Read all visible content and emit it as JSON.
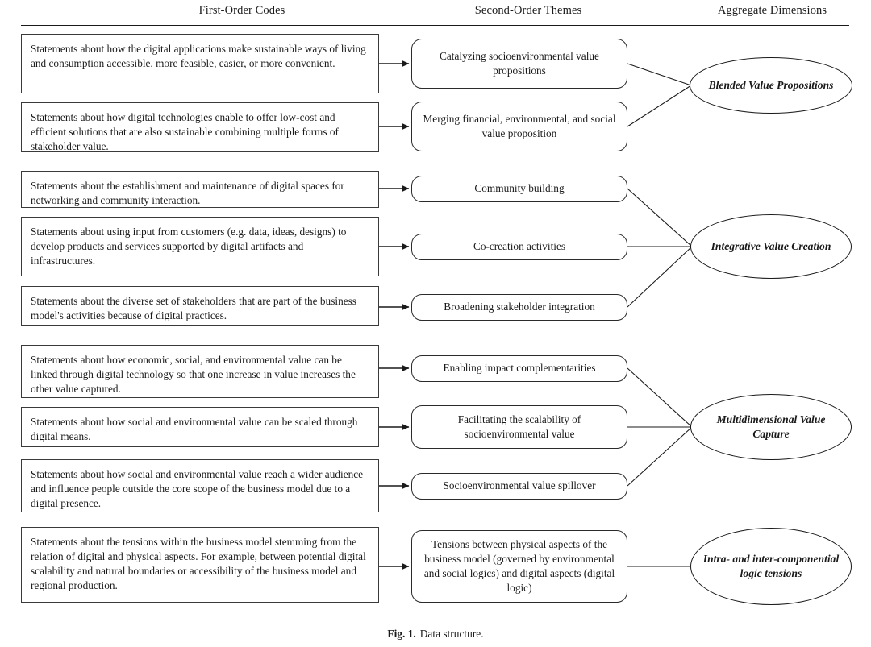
{
  "figure": {
    "caption_label": "Fig. 1.",
    "caption_text": "Data structure."
  },
  "columns": {
    "first_order": "First-Order Codes",
    "second_order": "Second-Order Themes",
    "aggregate": "Aggregate Dimensions"
  },
  "first_order_codes": [
    {
      "id": "fo1",
      "text": "Statements about how the digital applications make sustainable ways of living and consumption accessible, more feasible, easier, or more convenient."
    },
    {
      "id": "fo2",
      "text": "Statements about how digital technologies enable to offer low-cost and efficient solutions that are also sustainable combining multiple forms of stakeholder value."
    },
    {
      "id": "fo3",
      "text": "Statements about the establishment and maintenance of digital spaces for networking and community interaction."
    },
    {
      "id": "fo4",
      "text": "Statements about using input from customers (e.g. data, ideas, designs) to develop products and services supported by digital artifacts and infrastructures."
    },
    {
      "id": "fo5",
      "text": "Statements about the diverse set of stakeholders that are part of the business model's activities because of digital practices."
    },
    {
      "id": "fo6",
      "text": "Statements about how economic, social, and environmental value can be linked through digital technology so that one increase in value increases the other value captured."
    },
    {
      "id": "fo7",
      "text": "Statements about how social and environmental value can be scaled through digital means."
    },
    {
      "id": "fo8",
      "text": "Statements about how social and environmental value reach a wider audience and influence people outside the core scope of the business model due to a digital presence."
    },
    {
      "id": "fo9",
      "text": "Statements about the tensions within the business model stemming from the relation of digital and physical aspects. For example, between potential digital scalability and natural boundaries or accessibility of the business model and regional production."
    }
  ],
  "second_order_themes": [
    {
      "id": "so1",
      "text": "Catalyzing socioenvironmental value propositions"
    },
    {
      "id": "so2",
      "text": "Merging financial, environmental, and social value proposition"
    },
    {
      "id": "so3",
      "text": "Community building"
    },
    {
      "id": "so4",
      "text": "Co-creation activities"
    },
    {
      "id": "so5",
      "text": "Broadening stakeholder integration"
    },
    {
      "id": "so6",
      "text": "Enabling impact complementarities"
    },
    {
      "id": "so7",
      "text": "Facilitating the scalability of socioenvironmental value"
    },
    {
      "id": "so8",
      "text": "Socioenvironmental value spillover"
    },
    {
      "id": "so9",
      "text": "Tensions between physical aspects of the business model (governed by environmental and social logics) and digital aspects (digital logic)"
    }
  ],
  "aggregate_dimensions": [
    {
      "id": "ad1",
      "text": "Blended Value Propositions"
    },
    {
      "id": "ad2",
      "text": "Integrative Value Creation"
    },
    {
      "id": "ad3",
      "text": "Multidimensional Value Capture"
    },
    {
      "id": "ad4",
      "text": "Intra- and inter-componential logic tensions"
    }
  ],
  "colors": {
    "stroke": "#1a1a1a",
    "box_border": "#3a3a3a",
    "background": "#ffffff"
  }
}
